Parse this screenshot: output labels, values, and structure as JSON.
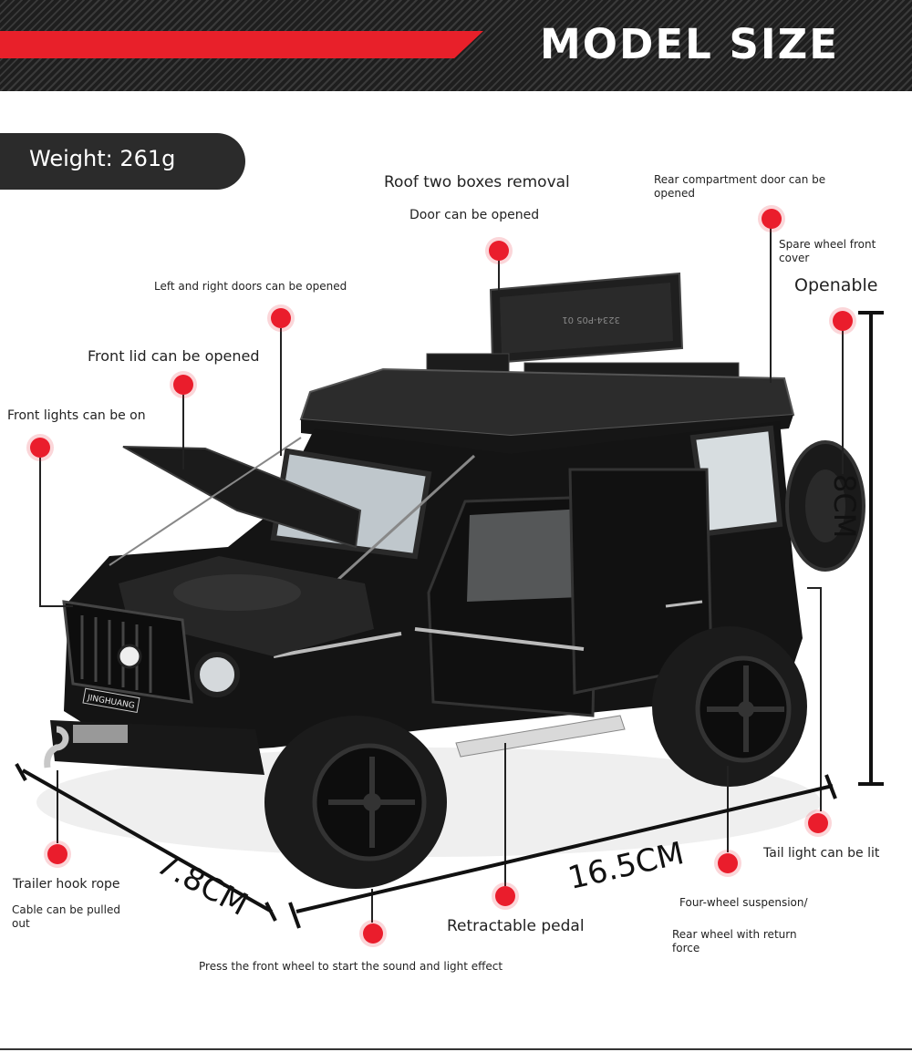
{
  "header": {
    "title": "MODEL SIZE"
  },
  "weight": {
    "label": "Weight: 261g"
  },
  "features": {
    "roof_boxes": "Roof two boxes removal",
    "door_opened": "Door can be opened",
    "rear_compartment": "Rear compartment door can be opened",
    "spare_wheel": "Spare wheel front cover",
    "openable": "Openable",
    "left_right_doors": "Left and right doors can be opened",
    "front_lid": "Front lid can be opened",
    "front_lights": "Front lights can be on",
    "trailer_hook": "Trailer hook rope",
    "cable": "Cable can be pulled out",
    "retractable_pedal": "Retractable pedal",
    "suspension": "Four-wheel suspension/",
    "rear_wheel": "Rear wheel with return force",
    "tail_light": "Tail light can be lit",
    "front_wheel": "Press the front wheel to start the sound and light effect"
  },
  "dimensions": {
    "height": "8CM",
    "length": "16.5CM",
    "width": "7.8CM"
  },
  "vehicle": {
    "plate": "JINGHUANG",
    "box_code": "3234-P05 01"
  },
  "colors": {
    "accent_red": "#e8202a",
    "dot_red": "#ea1d2c",
    "body_black": "#141414",
    "interior_brown": "#7a3a1f"
  }
}
